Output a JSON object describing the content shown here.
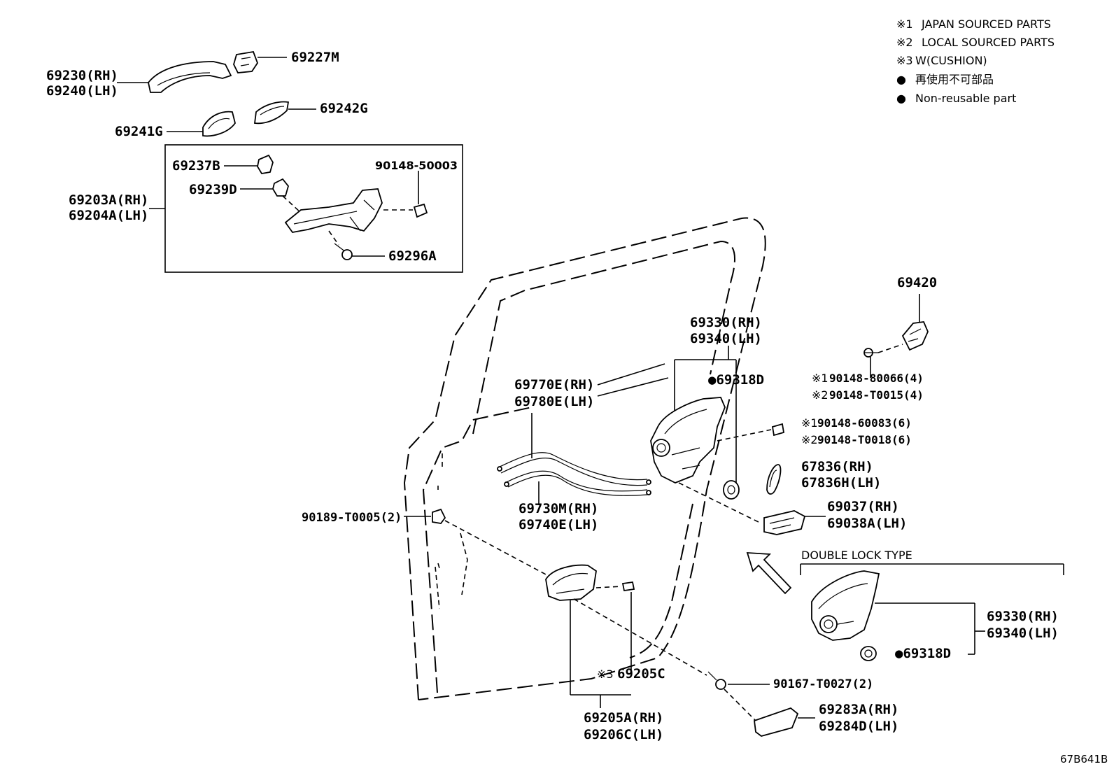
{
  "legend": [
    {
      "mark": "※1",
      "text": "JAPAN SOURCED PARTS"
    },
    {
      "mark": "※2",
      "text": "LOCAL SOURCED PARTS"
    },
    {
      "mark": "※3",
      "text": "W(CUSHION)"
    },
    {
      "mark": "●",
      "text": "再使用不可部品"
    },
    {
      "mark": "●",
      "text": "Non-reusable part"
    }
  ],
  "labels": {
    "p69230": "69230(RH)",
    "p69240": "69240(LH)",
    "p69227M": "69227M",
    "p69241G": "69241G",
    "p69242G": "69242G",
    "p69237B": "69237B",
    "p69239D": "69239D",
    "p90148_50003": "90148-50003",
    "p69203A": "69203A(RH)",
    "p69204A": "69204A(LH)",
    "p69296A": "69296A",
    "p69420": "69420",
    "p90148_80066": "90148-80066(4)",
    "p90148_T0015": "90148-T0015(4)",
    "p69330_top": "69330(RH)",
    "p69340_top": "69340(LH)",
    "p69318D_top": "●69318D",
    "p69770E": "69770E(RH)",
    "p69780E": "69780E(LH)",
    "p90148_60083": "90148-60083(6)",
    "p90148_T0018": "90148-T0018(6)",
    "p67836": "67836(RH)",
    "p67836H": "67836H(LH)",
    "p69730M": "69730M(RH)",
    "p69740E": "69740E(LH)",
    "p90189_T0005": "90189-T0005(2)",
    "p69037": "69037(RH)",
    "p69038A": "69038A(LH)",
    "double_lock": "DOUBLE LOCK TYPE",
    "p69330_dl": "69330(RH)",
    "p69340_dl": "69340(LH)",
    "p69318D_dl": "●69318D",
    "p69205C": "69205C",
    "p90167_T0027": "90167-T0027(2)",
    "p69205A": "69205A(RH)",
    "p69206C": "69206C(LH)",
    "p69283A": "69283A(RH)",
    "p69284D": "69284D(LH)",
    "ref_code": "67B641B"
  },
  "marks": {
    "m1": "※1",
    "m2": "※2",
    "m3": "※3"
  }
}
